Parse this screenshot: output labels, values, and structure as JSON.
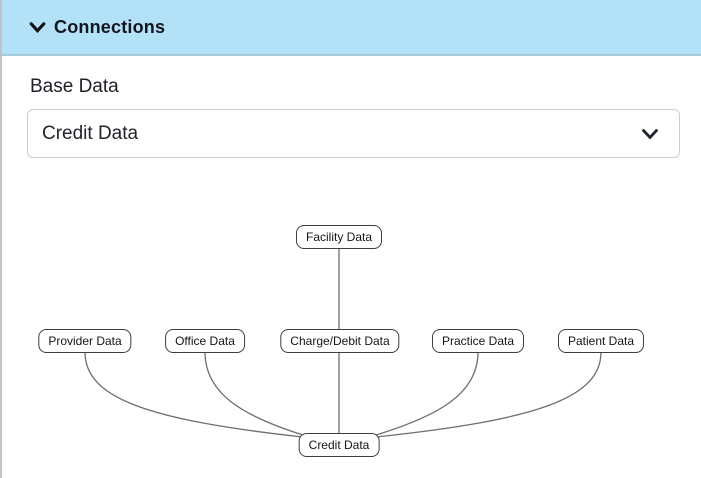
{
  "header": {
    "title": "Connections",
    "collapse_icon": "chevron-down",
    "expanded": true
  },
  "form": {
    "label": "Base Data",
    "select": {
      "value": "Credit Data",
      "icon": "chevron-down"
    }
  },
  "diagram": {
    "nodes": [
      {
        "id": "facility",
        "label": "Facility Data"
      },
      {
        "id": "provider",
        "label": "Provider Data"
      },
      {
        "id": "office",
        "label": "Office Data"
      },
      {
        "id": "charge",
        "label": "Charge/Debit Data"
      },
      {
        "id": "practice",
        "label": "Practice Data"
      },
      {
        "id": "patient",
        "label": "Patient Data"
      },
      {
        "id": "credit",
        "label": "Credit Data"
      }
    ],
    "edges": [
      {
        "from": "Facility Data",
        "to": "Charge/Debit Data"
      },
      {
        "from": "Charge/Debit Data",
        "to": "Credit Data"
      },
      {
        "from": "Provider Data",
        "to": "Credit Data"
      },
      {
        "from": "Office Data",
        "to": "Credit Data"
      },
      {
        "from": "Practice Data",
        "to": "Credit Data"
      },
      {
        "from": "Patient Data",
        "to": "Credit Data"
      }
    ]
  },
  "colors": {
    "header_bg": "#b3e2f8",
    "header_border": "#a6ccdb",
    "select_border": "#c9ccd2",
    "node_border": "#3d3d3d",
    "edge_line": "#6e6e6e",
    "text_dark": "#15151d"
  }
}
